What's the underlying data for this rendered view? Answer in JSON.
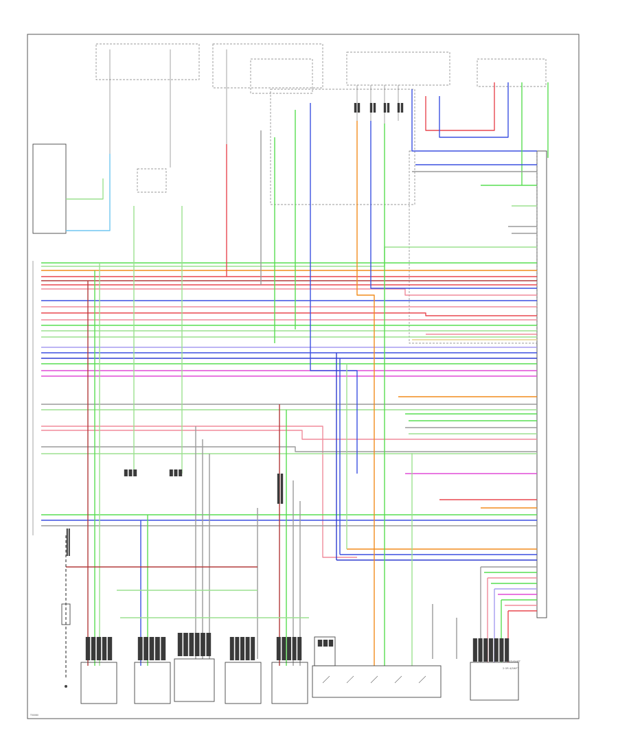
{
  "figure_label": "T50060",
  "legend_pins": [
    "CLOSED/SHIFT",
    "2 OR 4/SHIFT"
  ],
  "colors": {
    "red": "#e8464f",
    "green": "#57dd50",
    "blue": "#3a4fe0",
    "orange": "#f28c1c",
    "magenta": "#e04ad6",
    "lightgreen": "#9be08f",
    "lightblue": "#6fc6f0",
    "darkred": "#b23a3a",
    "darkblue": "#2f3ccf",
    "pink": "#f08a9a",
    "lavender": "#a59bf0",
    "cream": "#e6cf8c",
    "black": "#222222",
    "gray": "#9a9a9a"
  }
}
